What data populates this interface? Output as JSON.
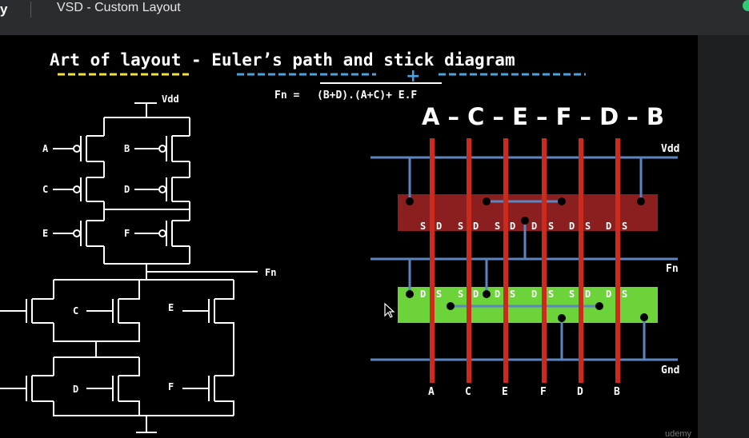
{
  "window": {
    "logo": "y",
    "title": "VSD - Custom Layout",
    "watermark": "udemy"
  },
  "slide": {
    "title": "Art of layout - Euler’s path and stick diagram",
    "plus": "+",
    "equation_prefix": "Fn =",
    "equation_body": "(B+D).(A+C)+ E.F",
    "sequence": "A – C – E – F – D – B"
  },
  "schematic": {
    "vdd": "Vdd",
    "fn": "Fn",
    "pmos_labels": [
      "A",
      "B",
      "C",
      "D",
      "E",
      "F"
    ],
    "nmos_labels": [
      "C",
      "E",
      "D",
      "F"
    ]
  },
  "stick": {
    "rail_labels": {
      "vdd": "Vdd",
      "fn": "Fn",
      "gnd": "Gnd"
    },
    "gate_labels": [
      "A",
      "C",
      "E",
      "F",
      "D",
      "B"
    ],
    "pmos_sd": [
      "S",
      "D",
      "S",
      "D",
      "S",
      "D",
      "D",
      "S",
      "D",
      "S",
      "D",
      "S"
    ],
    "nmos_sd": [
      "D",
      "S",
      "S",
      "D",
      "D",
      "S",
      "D",
      "S",
      "S",
      "D",
      "D",
      "S"
    ]
  },
  "colors": {
    "poly": "#cc2a1c",
    "metal": "#5b86c0",
    "pdiff": "#8b1f1f",
    "ndiff": "#6cd33a",
    "underline_yellow": "#f2e23a",
    "underline_blue": "#4aa3df"
  }
}
